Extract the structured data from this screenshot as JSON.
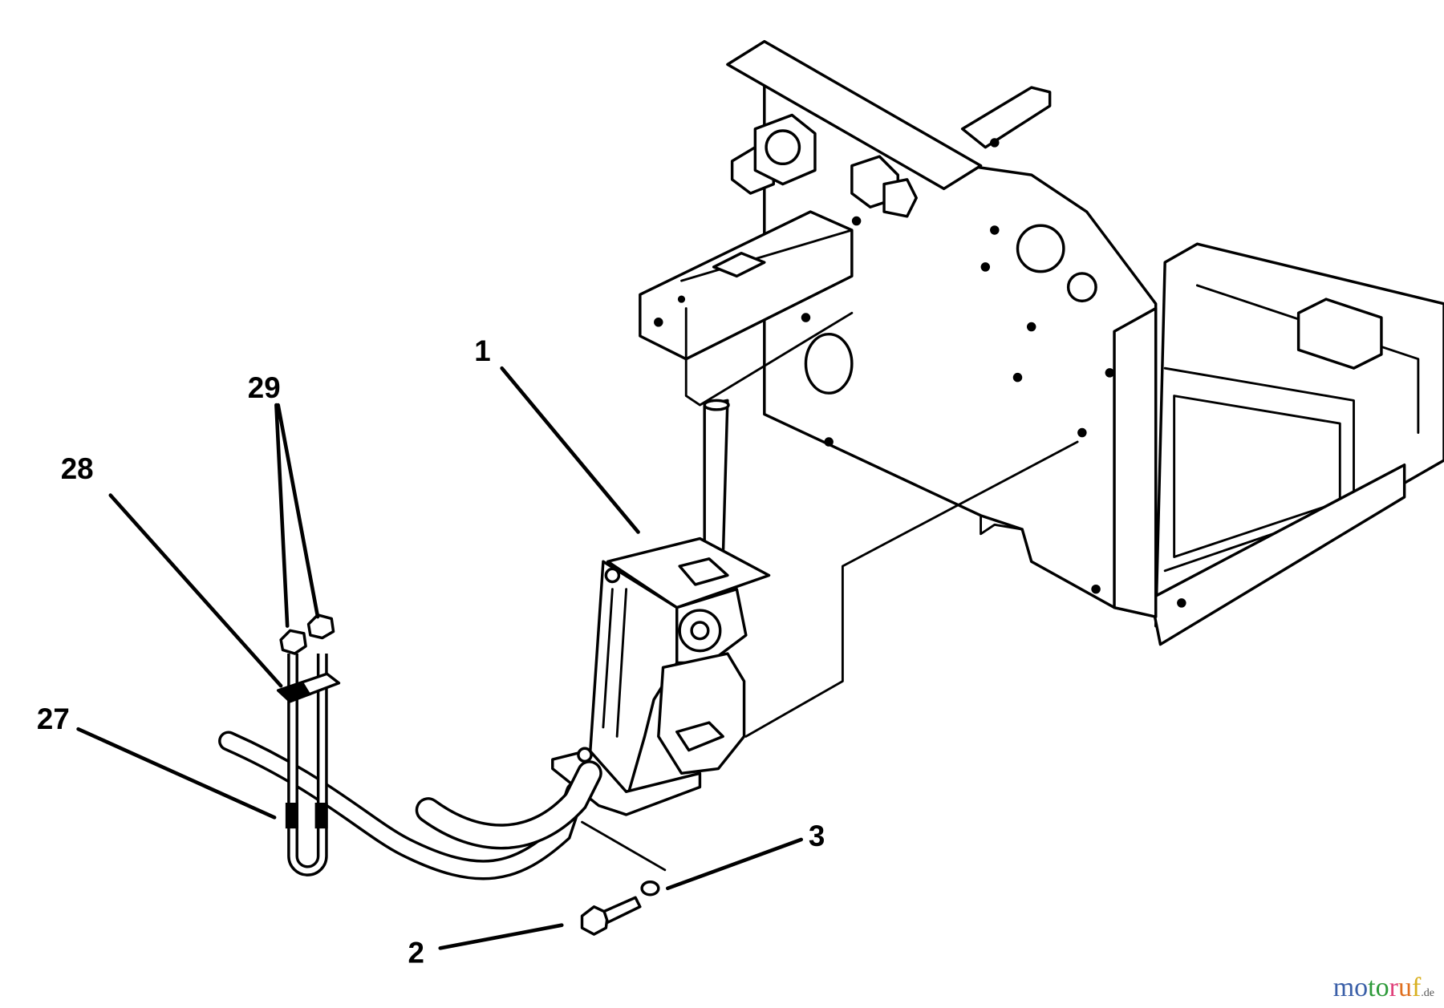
{
  "callouts": [
    {
      "number": "1",
      "part": "lever-assembly"
    },
    {
      "number": "2",
      "part": "bolt"
    },
    {
      "number": "3",
      "part": "washer"
    },
    {
      "number": "27",
      "part": "u-bolt"
    },
    {
      "number": "28",
      "part": "clamp-plate"
    },
    {
      "number": "29",
      "part": "nuts"
    }
  ],
  "watermark": {
    "text": "motoruf",
    "suffix": ".de",
    "letter_colors": [
      "#3a5fa8",
      "#3a5fa8",
      "#2e9a3a",
      "#e0407a",
      "#e07020",
      "#e8a020",
      "#d8c020"
    ]
  }
}
